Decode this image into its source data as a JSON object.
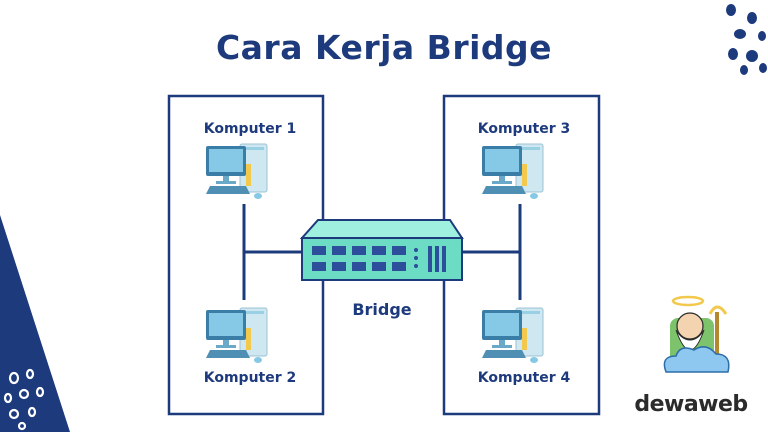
{
  "title": "Cara Kerja Bridge",
  "nodes": {
    "pc1": "Komputer 1",
    "pc2": "Komputer 2",
    "pc3": "Komputer 3",
    "pc4": "Komputer 4",
    "bridge": "Bridge"
  },
  "brand": "dewaweb",
  "colors": {
    "navy": "#1d3a7d",
    "bridge_body": "#6ddcc4",
    "bridge_top": "#9ff0df",
    "bridge_port": "#2d4e9a",
    "monitor": "#86c9e6",
    "tower": "#cfe7f0",
    "cloud": "#8ec7f0"
  }
}
